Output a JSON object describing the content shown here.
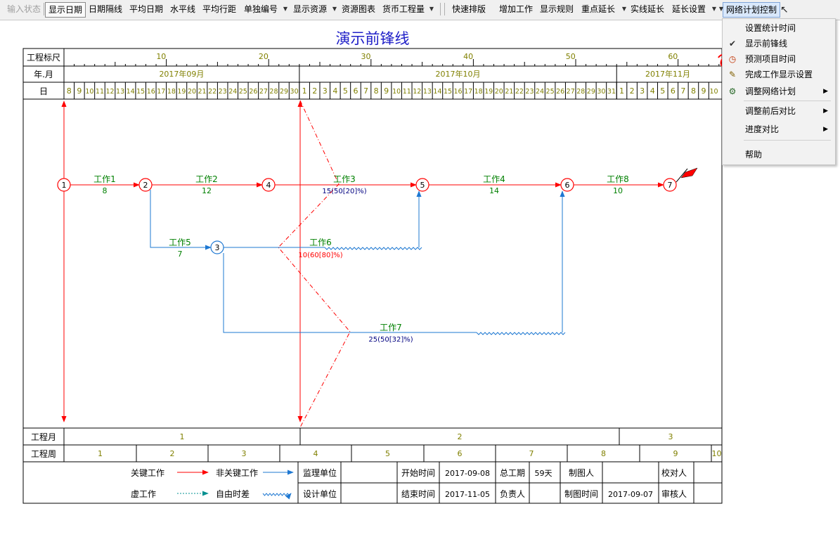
{
  "toolbar": {
    "items": [
      {
        "label": "输入状态",
        "enabled": false
      },
      {
        "label": "显示日期"
      },
      {
        "label": "日期隔线"
      },
      {
        "label": "平均日期"
      },
      {
        "label": "水平线"
      },
      {
        "label": "平均行距"
      },
      {
        "label": "单独编号"
      },
      {
        "label": "显示资源"
      },
      {
        "label": "资源图表"
      },
      {
        "label": "货币工程量"
      },
      {
        "label": "快速排版"
      },
      {
        "label": "增加工作"
      },
      {
        "label": "显示规则"
      },
      {
        "label": "重点延长"
      },
      {
        "label": "实线延长"
      },
      {
        "label": "延长设置"
      },
      {
        "label": "网络计划控制",
        "active": true
      }
    ]
  },
  "title": "演示前锋线",
  "header": {
    "row_labels": {
      "scale": "工程标尺",
      "yearmonth": "年.月",
      "day": "日"
    },
    "scale_ticks": [
      "10",
      "20",
      "30",
      "40",
      "50",
      "60"
    ],
    "months": [
      "2017年09月",
      "2017年10月",
      "2017年11月"
    ],
    "days": [
      "8",
      "9",
      "10",
      "11",
      "12",
      "13",
      "14",
      "15",
      "16",
      "17",
      "18",
      "19",
      "20",
      "21",
      "22",
      "23",
      "24",
      "25",
      "26",
      "27",
      "28",
      "29",
      "30",
      "1",
      "2",
      "3",
      "4",
      "5",
      "6",
      "7",
      "8",
      "9",
      "10",
      "11",
      "12",
      "13",
      "14",
      "15",
      "16",
      "17",
      "18",
      "19",
      "20",
      "21",
      "22",
      "23",
      "24",
      "25",
      "26",
      "27",
      "28",
      "29",
      "30",
      "31",
      "1",
      "2",
      "3",
      "4",
      "5",
      "6",
      "7",
      "8",
      "9",
      "10"
    ]
  },
  "bottom": {
    "row_labels": {
      "month": "工程月",
      "week": "工程周"
    },
    "project_months": [
      "1",
      "2",
      "3"
    ],
    "project_weeks": [
      "1",
      "2",
      "3",
      "4",
      "5",
      "6",
      "7",
      "8",
      "9",
      "10"
    ]
  },
  "network": {
    "nodes": [
      "1",
      "2",
      "3",
      "4",
      "5",
      "6",
      "7"
    ],
    "tasks": [
      {
        "name": "工作1",
        "duration": "8"
      },
      {
        "name": "工作2",
        "duration": "12"
      },
      {
        "name": "工作3",
        "duration": "15(50[20]%)"
      },
      {
        "name": "工作4",
        "duration": "14"
      },
      {
        "name": "工作8",
        "duration": "10"
      },
      {
        "name": "工作5",
        "duration": "7"
      },
      {
        "name": "工作6",
        "duration": "10(60[80]%)"
      },
      {
        "name": "工作7",
        "duration": "25(50[32]%)"
      }
    ]
  },
  "legend": {
    "critical": "关键工作",
    "noncritical": "非关键工作",
    "dummy": "虚工作",
    "free_float": "自由时差",
    "fields": [
      {
        "label": "监理单位",
        "value": ""
      },
      {
        "label": "设计单位",
        "value": ""
      },
      {
        "label": "开始时间",
        "value": "2017-09-08"
      },
      {
        "label": "结束时间",
        "value": "2017-11-05"
      },
      {
        "label": "总工期",
        "value": "59天"
      },
      {
        "label": "负责人",
        "value": ""
      },
      {
        "label": "制图人",
        "value": ""
      },
      {
        "label": "制图时间",
        "value": "2017-09-07"
      },
      {
        "label": "校对人",
        "value": ""
      },
      {
        "label": "审核人",
        "value": ""
      }
    ]
  },
  "menu": {
    "items": [
      {
        "label": "设置统计时间",
        "icon": "",
        "submenu": false
      },
      {
        "label": "显示前锋线",
        "icon": "check-icon",
        "submenu": false
      },
      {
        "label": "预测项目时间",
        "icon": "clock-icon",
        "submenu": false
      },
      {
        "label": "完成工作显示设置",
        "icon": "pencil-icon",
        "submenu": false
      },
      {
        "label": "调整网络计划",
        "icon": "adjust-icon",
        "submenu": true
      },
      {
        "label": "调整前后对比",
        "icon": "",
        "submenu": true
      },
      {
        "label": "进度对比",
        "icon": "",
        "submenu": true
      },
      {
        "label": "帮助",
        "icon": "",
        "submenu": false
      }
    ]
  },
  "colors": {
    "critical": "#ff0000",
    "noncritical": "#1e78d2",
    "task_name": "#008000",
    "title": "#2020c8",
    "scale_text": "#808000",
    "annotation": "#ff0000"
  }
}
